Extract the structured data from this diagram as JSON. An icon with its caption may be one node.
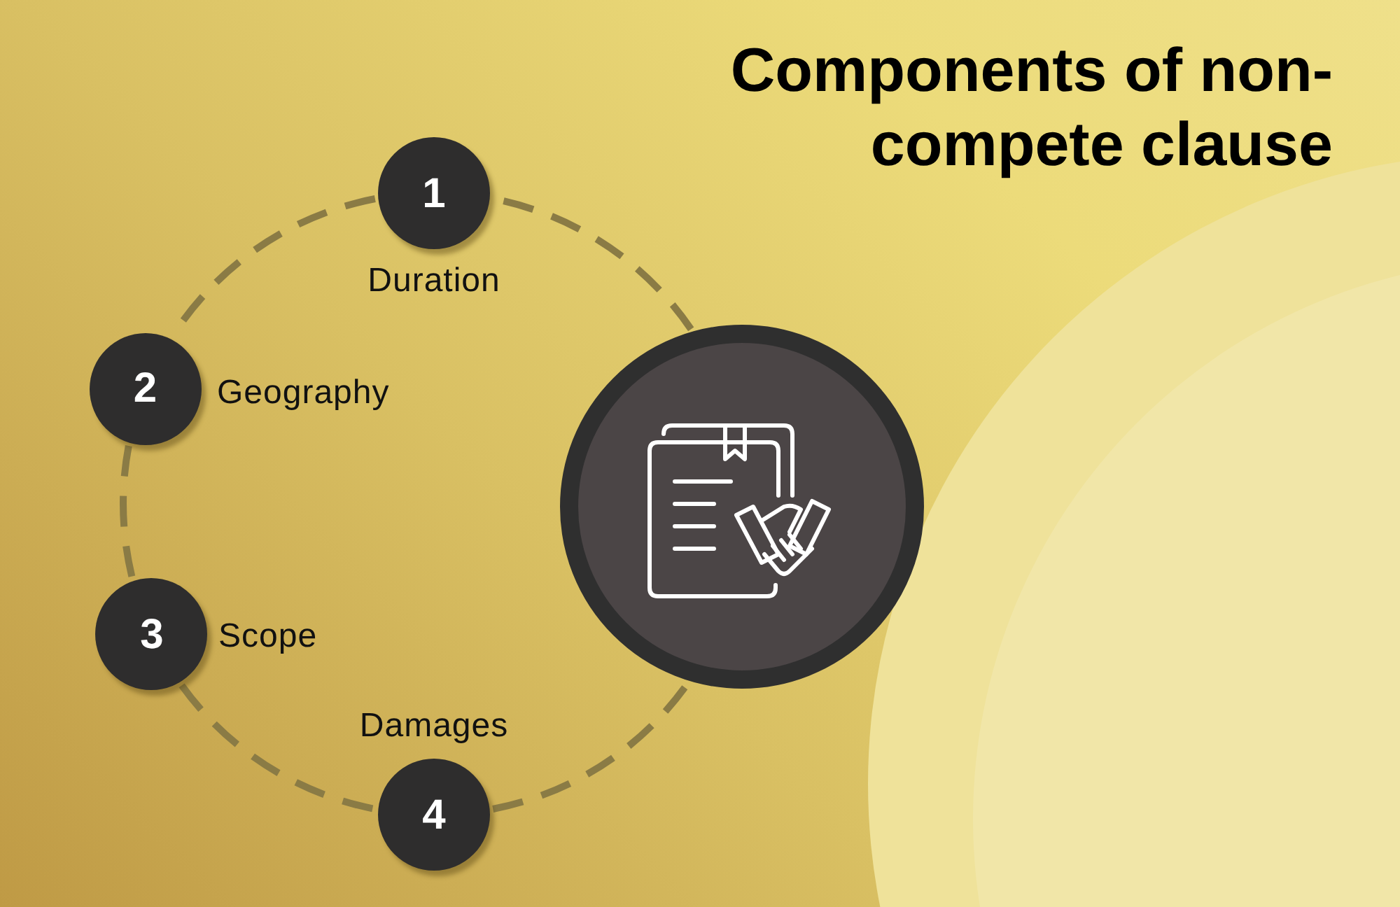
{
  "diagram": {
    "title": "Components of non-compete clause",
    "nodes": [
      {
        "text": [
          "1"
        ],
        "beside": [
          "Duration"
        ]
      },
      {
        "text": [
          "2"
        ],
        "beside": [
          "Geography"
        ]
      },
      {
        "text": [
          "3"
        ],
        "beside": [
          "Scope"
        ]
      },
      {
        "text": [
          "4"
        ],
        "beside": [
          "Damages"
        ]
      },
      {
        "text": [],
        "shape": "circle"
      }
    ],
    "edges": [
      {
        "from": 0,
        "to": 1,
        "arrow": "none",
        "style": "dashed"
      },
      {
        "from": 1,
        "to": 2,
        "arrow": "none",
        "style": "dashed"
      },
      {
        "from": 2,
        "to": 3,
        "arrow": "none",
        "style": "dashed"
      },
      {
        "from": 3,
        "to": 4,
        "arrow": "none",
        "style": "dashed"
      },
      {
        "from": 4,
        "to": 0,
        "arrow": "none",
        "style": "dashed"
      }
    ]
  }
}
